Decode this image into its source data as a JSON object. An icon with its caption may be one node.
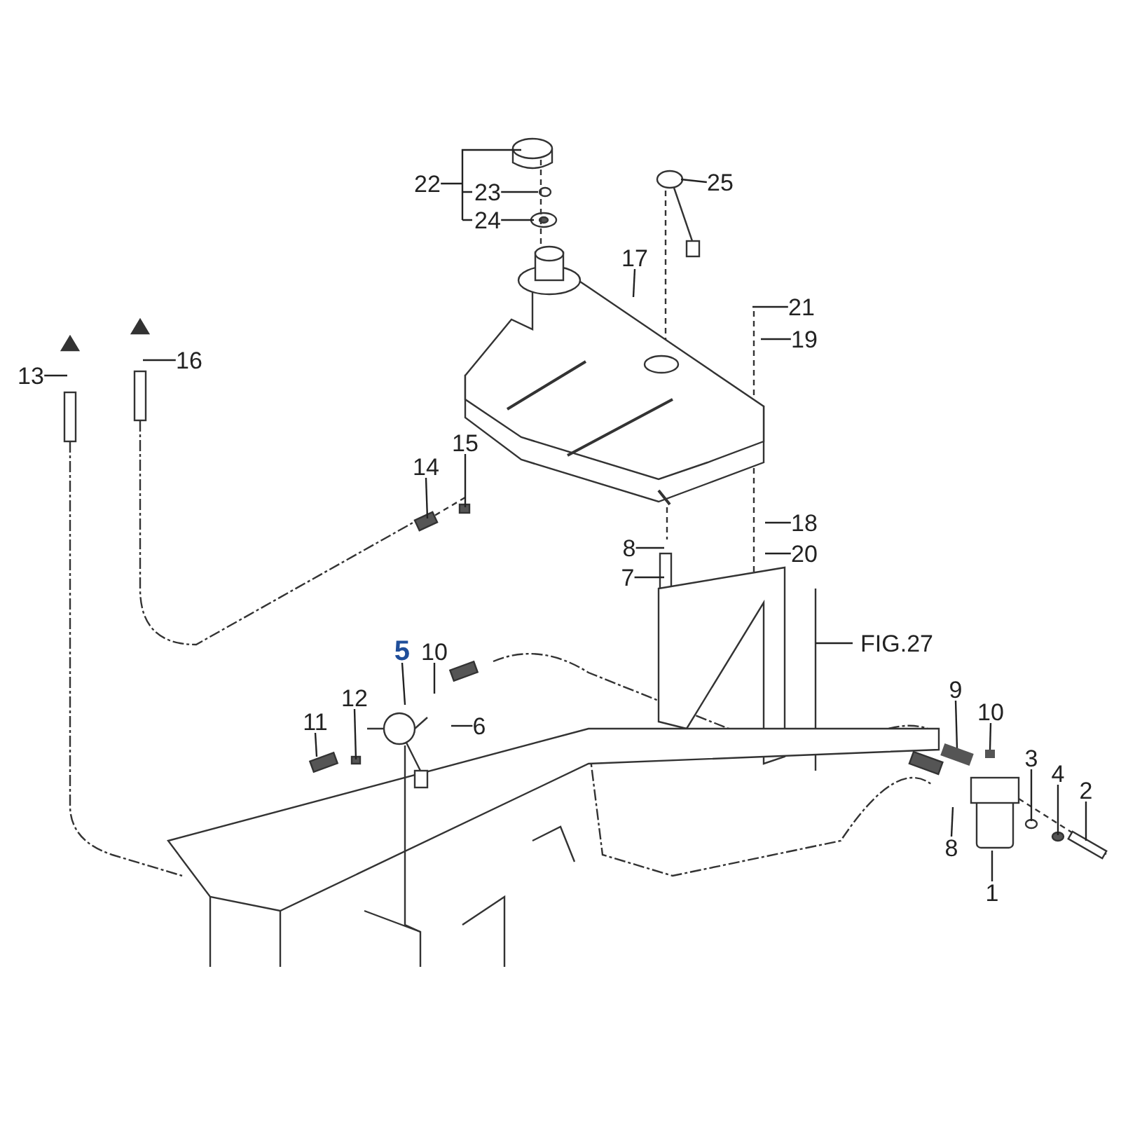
{
  "diagram": {
    "nodes": [
      {
        "text": [
          "22"
        ]
      },
      {
        "text": [
          "23"
        ]
      },
      {
        "text": [
          "24"
        ]
      },
      {
        "text": [
          "25"
        ]
      },
      {
        "text": [
          "17"
        ]
      },
      {
        "text": [
          "21"
        ]
      },
      {
        "text": [
          "19"
        ]
      },
      {
        "text": [
          "13"
        ]
      },
      {
        "text": [
          "16"
        ]
      },
      {
        "text": [
          "15"
        ]
      },
      {
        "text": [
          "14"
        ]
      },
      {
        "text": [
          "18"
        ]
      },
      {
        "text": [
          "8"
        ]
      },
      {
        "text": [
          "20"
        ]
      },
      {
        "text": [
          "7"
        ]
      },
      {
        "text": [
          "FIG.27"
        ]
      },
      {
        "text": [
          "5"
        ]
      },
      {
        "text": [
          "10"
        ]
      },
      {
        "text": [
          "6"
        ]
      },
      {
        "text": [
          "11"
        ]
      },
      {
        "text": [
          "12"
        ]
      },
      {
        "text": [
          "9"
        ]
      },
      {
        "text": [
          "10"
        ]
      },
      {
        "text": [
          "3"
        ]
      },
      {
        "text": [
          "4"
        ]
      },
      {
        "text": [
          "2"
        ]
      },
      {
        "text": [
          "8"
        ]
      },
      {
        "text": [
          "1"
        ]
      },
      {
        "text": [],
        "shape": "box"
      },
      {
        "text": [],
        "shape": "box"
      }
    ],
    "edges": [
      {
        "from": 0,
        "to": null,
        "arrow": "none"
      },
      {
        "from": 1,
        "to": null,
        "arrow": "none"
      },
      {
        "from": 2,
        "to": null,
        "arrow": "none"
      },
      {
        "from": 3,
        "to": null,
        "arrow": "none"
      },
      {
        "from": 4,
        "to": null,
        "arrow": "none"
      },
      {
        "from": 5,
        "to": null,
        "arrow": "none"
      },
      {
        "from": 6,
        "to": null,
        "arrow": "none"
      },
      {
        "from": 7,
        "to": null,
        "arrow": "none"
      },
      {
        "from": 8,
        "to": null,
        "arrow": "none"
      },
      {
        "from": 9,
        "to": null,
        "arrow": "none"
      },
      {
        "from": 10,
        "to": null,
        "arrow": "none"
      },
      {
        "from": 11,
        "to": null,
        "arrow": "none"
      },
      {
        "from": 12,
        "to": null,
        "arrow": "none"
      },
      {
        "from": 13,
        "to": null,
        "arrow": "none"
      },
      {
        "from": 14,
        "to": null,
        "arrow": "none"
      },
      {
        "from": 15,
        "to": null,
        "arrow": "none"
      },
      {
        "from": 16,
        "to": null,
        "arrow": "none"
      },
      {
        "from": 17,
        "to": null,
        "arrow": "none"
      },
      {
        "from": 18,
        "to": null,
        "arrow": "none"
      },
      {
        "from": 19,
        "to": null,
        "arrow": "none"
      },
      {
        "from": 20,
        "to": null,
        "arrow": "none"
      },
      {
        "from": 21,
        "to": 28,
        "arrow": "none"
      },
      {
        "from": 22,
        "to": 29,
        "arrow": "none"
      },
      {
        "from": 23,
        "to": null,
        "arrow": "none"
      },
      {
        "from": 24,
        "to": null,
        "arrow": "none"
      },
      {
        "from": 25,
        "to": null,
        "arrow": "none"
      },
      {
        "from": 26,
        "to": null,
        "arrow": "none"
      },
      {
        "from": 27,
        "to": null,
        "arrow": "none"
      }
    ]
  }
}
